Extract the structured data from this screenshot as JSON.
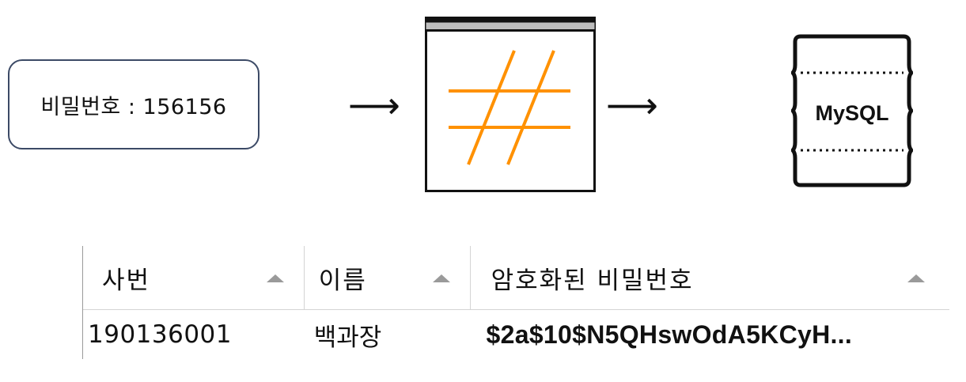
{
  "input": {
    "text": "비밀번호 : 156156"
  },
  "arrows": {
    "first": "⟶",
    "second": "⟶"
  },
  "database": {
    "label": "MySQL"
  },
  "colors": {
    "hash": "#ff9100",
    "box_border": "#3c4a66",
    "header_bar": "#bdbdbd"
  },
  "icons": {
    "hash": "hash-icon",
    "database": "database-icon",
    "sort": "sort-asc-icon"
  },
  "table": {
    "columns": [
      "사번",
      "이름",
      "암호화된 비밀번호"
    ],
    "rows": [
      [
        "190136001",
        "백과장",
        "$2a$10$N5QHswOdA5KCyH..."
      ]
    ]
  }
}
